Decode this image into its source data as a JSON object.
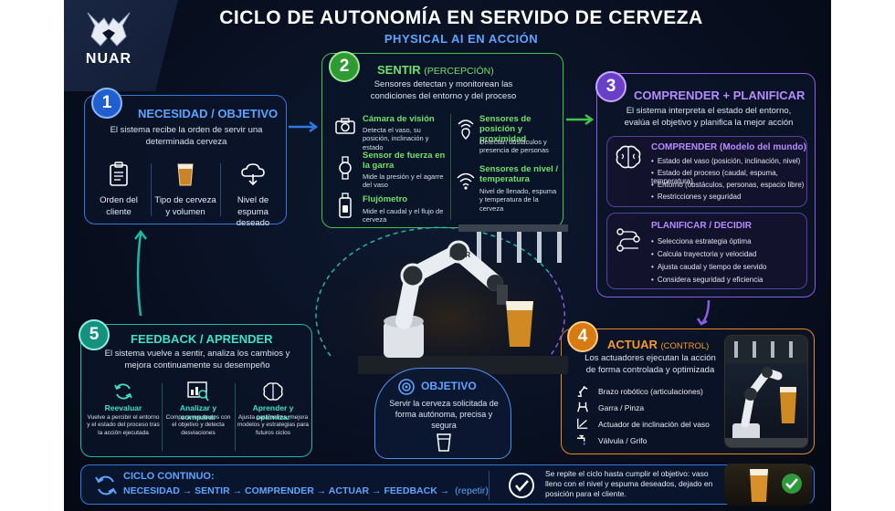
{
  "header": {
    "title": "CICLO DE AUTONOMÍA EN SERVIDO DE CERVEZA",
    "subtitle": "PHYSICAL AI EN ACCIÓN",
    "logo_text": "NUAR"
  },
  "step1": {
    "number": "1",
    "title": "NECESIDAD / OBJETIVO",
    "description": "El sistema recibe la orden de servir una determinada cerveza",
    "items": [
      {
        "label": "Orden del cliente",
        "icon": "clipboard-icon"
      },
      {
        "label": "Tipo de cerveza y volumen",
        "icon": "beer-glass-icon"
      },
      {
        "label": "Nivel de espuma deseado",
        "icon": "foam-cloud-icon"
      }
    ]
  },
  "step2": {
    "number": "2",
    "title": "SENTIR",
    "title_paren": "(PERCEPCIÓN)",
    "description": "Sensores detectan y monitorean las condiciones del entorno y del proceso",
    "sensors": [
      {
        "title": "Cámara de visión",
        "desc": "Detecta el vaso, su posición, inclinación y estado",
        "icon": "camera-icon"
      },
      {
        "title": "Sensor de fuerza en la garra",
        "desc": "Mide la presión y el agarre del vaso",
        "icon": "force-sensor-icon"
      },
      {
        "title": "Flujómetro",
        "desc": "Mide el caudal y el flujo de cerveza",
        "icon": "flowmeter-icon"
      },
      {
        "title": "Sensores de posición y proximidad",
        "desc": "Detectan obstáculos y presencia de personas",
        "icon": "proximity-icon"
      },
      {
        "title": "Sensores de nivel / temperatura",
        "desc": "Nivel de llenado, espuma y temperatura de la cerveza",
        "icon": "wireless-level-icon"
      }
    ]
  },
  "step3": {
    "number": "3",
    "title": "COMPRENDER + PLANIFICAR",
    "description": "El sistema interpreta el estado del entorno, evalúa el objetivo y planifica la mejor acción",
    "comprender": {
      "title": "COMPRENDER (Modelo del mundo)",
      "bullets": [
        "Estado del vaso (posición, inclinación, nivel)",
        "Estado del proceso (caudal, espuma, temperatura)",
        "Entorno (obstáculos, personas, espacio libre)",
        "Restricciones y seguridad"
      ]
    },
    "planificar": {
      "title": "PLANIFICAR / DECIDIR",
      "bullets": [
        "Selecciona estrategia óptima",
        "Calcula trayectoria y velocidad",
        "Ajusta caudal y tiempo de servido",
        "Considera seguridad y eficiencia"
      ]
    }
  },
  "step4": {
    "number": "4",
    "title": "ACTUAR",
    "title_paren": "(CONTROL)",
    "description": "Los actuadores ejecutan la acción de forma controlada y optimizada",
    "actuators": [
      {
        "label": "Brazo robótico (articulaciones)",
        "icon": "robot-arm-icon"
      },
      {
        "label": "Garra / Pinza",
        "icon": "gripper-icon"
      },
      {
        "label": "Actuador de inclinación del vaso",
        "icon": "tilt-icon"
      },
      {
        "label": "Válvula / Grifo",
        "icon": "tap-icon"
      }
    ]
  },
  "step5": {
    "number": "5",
    "title": "FEEDBACK / APRENDER",
    "description": "El sistema vuelve a sentir, analiza los cambios y mejora continuamente su desempeño",
    "items": [
      {
        "title": "Reevaluar",
        "desc": "Vuelve a percibir el entorno y el estado del proceso tras la acción ejecutada",
        "icon": "refresh-icon"
      },
      {
        "title": "Analizar y comparar",
        "desc": "Compara resultados con el objetivo y detecta desviaciones",
        "icon": "analysis-icon"
      },
      {
        "title": "Aprender y optimizar",
        "desc": "Ajusta parámetros, mejora modelos y estrategias para futuros ciclos",
        "icon": "brain-icon"
      }
    ]
  },
  "objective": {
    "title": "OBJETIVO",
    "description": "Servir la cerveza solicitada de forma autónoma, precisa y segura"
  },
  "robot_label": "NUAR",
  "bottom": {
    "cycle_title": "CICLO CONTINUO:",
    "cycle_steps": "NECESIDAD → SENTIR → COMPRENDER → ACTUAR → FEEDBACK →",
    "cycle_repeat": "(repetir)",
    "completion": "Se repite el ciclo hasta cumplir el objetivo: vaso lleno con el nivel y espuma deseados, dejado en posición para el cliente."
  },
  "colors": {
    "step1": "#2f79e0",
    "step2": "#45c24a",
    "step3": "#8d5ce6",
    "step4": "#e88a1f",
    "step5": "#1fb8a6"
  }
}
